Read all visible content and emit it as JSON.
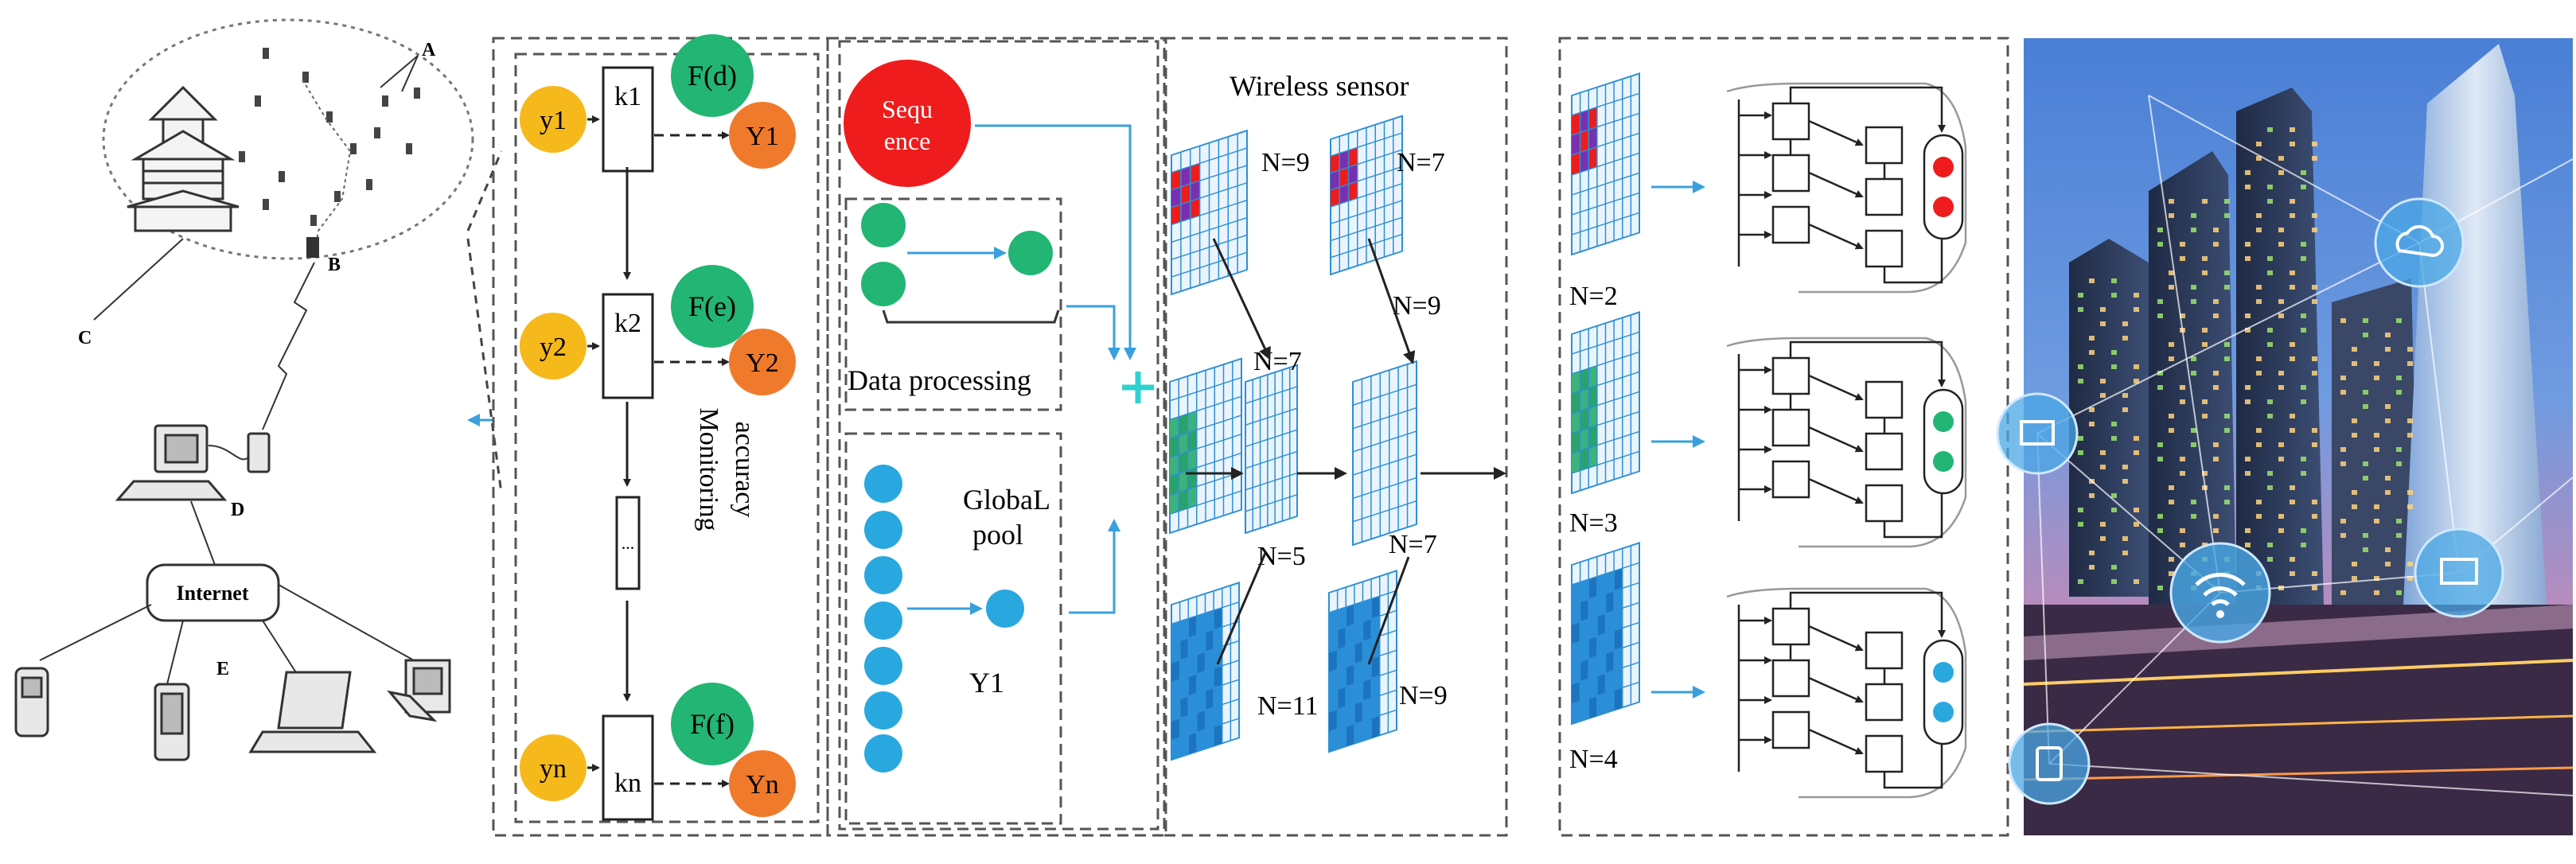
{
  "network": {
    "labels": {
      "a": "A",
      "b": "B",
      "c": "C",
      "d": "D",
      "e": "E"
    },
    "internet_label": "Internet"
  },
  "chain": {
    "inputs": [
      "y1",
      "y2",
      "yn"
    ],
    "nodes": [
      "k1",
      "k2",
      "kn"
    ],
    "functions": [
      "F(d)",
      "F(e)",
      "F(f)"
    ],
    "outputs": [
      "Y1",
      "Y2",
      "Yn"
    ],
    "ellipsis": "...",
    "side_label_line1": "Monitoring",
    "side_label_line2": "accuracy"
  },
  "middle": {
    "sequence_line1": "Sequ",
    "sequence_line2": "ence",
    "data_processing": "Data processing",
    "pool_line1": "GlobaL",
    "pool_line2": "pool",
    "pool_output": "Y1"
  },
  "sensor": {
    "title": "Wireless sensor",
    "labels": [
      "N=9",
      "N=7",
      "N=7",
      "N=9",
      "N=5",
      "N=7",
      "N=11",
      "N=9"
    ]
  },
  "right": {
    "labels": [
      "N=2",
      "N=3",
      "N=4"
    ]
  },
  "colors": {
    "yellow": "#f6b91c",
    "green": "#22b573",
    "orange": "#f07a2b",
    "red": "#ee1c1c",
    "blue": "#29a8e0",
    "grid_blue": "#2d8fd6",
    "arrow_blue": "#3aa0dc",
    "dash": "#555555"
  }
}
